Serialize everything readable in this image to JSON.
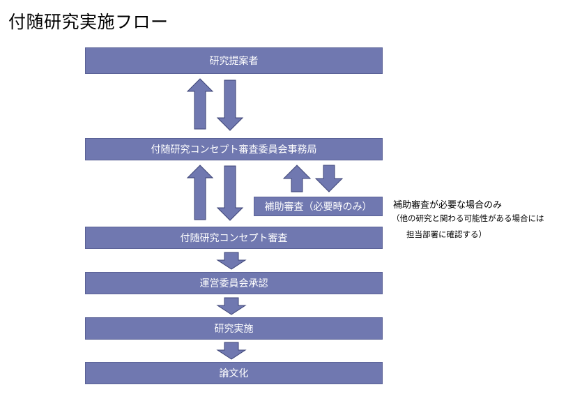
{
  "title": "付随研究実施フロー",
  "colors": {
    "box_fill": "#7078b0",
    "box_border": "#5a6196",
    "arrow_fill": "#7078b0",
    "arrow_stroke": "#3e4577",
    "box_text": "#ffffff"
  },
  "boxes": {
    "proposer": "研究提案者",
    "secretariat": "付随研究コンセプト審査委員会事務局",
    "supplementary": "補助審査（必要時のみ）",
    "concept_review": "付随研究コンセプト審査",
    "steering": "運営委員会承認",
    "conduct": "研究実施",
    "paper": "論文化"
  },
  "note": {
    "main": "補助審査が必要な場合のみ",
    "line2": "（他の研究と関わる可能性がある場合には",
    "line3": "担当部署に確認する）"
  },
  "arrows": [
    {
      "id": "proposer-up",
      "direction": "up"
    },
    {
      "id": "proposer-down",
      "direction": "down"
    },
    {
      "id": "secretariat-up",
      "direction": "up"
    },
    {
      "id": "secretariat-down",
      "direction": "down"
    },
    {
      "id": "supplementary-up",
      "direction": "up"
    },
    {
      "id": "supplementary-down",
      "direction": "down"
    },
    {
      "id": "review-to-steering",
      "direction": "down"
    },
    {
      "id": "steering-to-conduct",
      "direction": "down"
    },
    {
      "id": "conduct-to-paper",
      "direction": "down"
    }
  ]
}
